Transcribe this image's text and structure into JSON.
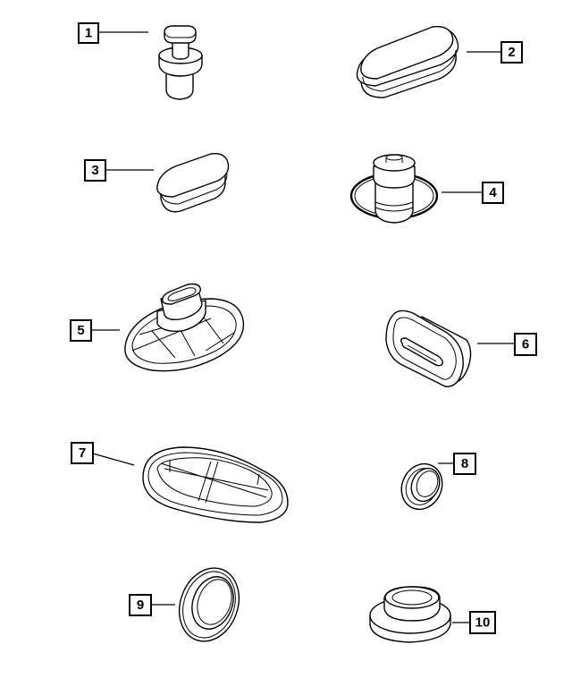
{
  "callouts": [
    {
      "id": 1,
      "label": "1"
    },
    {
      "id": 2,
      "label": "2"
    },
    {
      "id": 3,
      "label": "3"
    },
    {
      "id": 4,
      "label": "4"
    },
    {
      "id": 5,
      "label": "5"
    },
    {
      "id": 6,
      "label": "6"
    },
    {
      "id": 7,
      "label": "7"
    },
    {
      "id": 8,
      "label": "8"
    },
    {
      "id": 9,
      "label": "9"
    },
    {
      "id": 10,
      "label": "10"
    }
  ],
  "parts": [
    {
      "id": 1,
      "icon": "push-pin-plug-icon"
    },
    {
      "id": 2,
      "icon": "oval-plug-large-icon"
    },
    {
      "id": 3,
      "icon": "oval-plug-small-icon"
    },
    {
      "id": 4,
      "icon": "flanged-plug-icon"
    },
    {
      "id": 5,
      "icon": "oval-grommet-with-tube-icon"
    },
    {
      "id": 6,
      "icon": "slotted-grommet-icon"
    },
    {
      "id": 7,
      "icon": "ribbed-oval-plug-icon"
    },
    {
      "id": 8,
      "icon": "round-grommet-small-icon"
    },
    {
      "id": 9,
      "icon": "round-grommet-ring-icon"
    },
    {
      "id": 10,
      "icon": "round-grommet-stepped-icon"
    }
  ],
  "colors": {
    "line": "#000000",
    "background": "#ffffff"
  }
}
